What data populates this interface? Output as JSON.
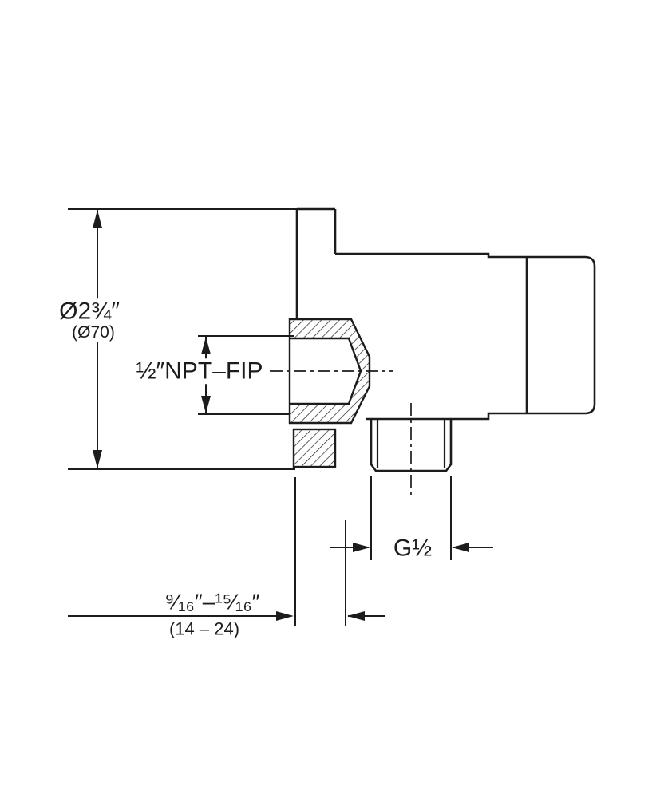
{
  "drawing": {
    "background": "#ffffff",
    "line_color": "#1c1c1c",
    "labels": {
      "diameter": "Ø2¾″",
      "diameter_mm": "(Ø70)",
      "inlet_thread": "½″NPT–FIP",
      "outlet_thread": "G½",
      "wall_distance": "⁹⁄₁₆″–¹⁵⁄₁₆″",
      "wall_distance_mm": "(14 – 24)"
    }
  }
}
